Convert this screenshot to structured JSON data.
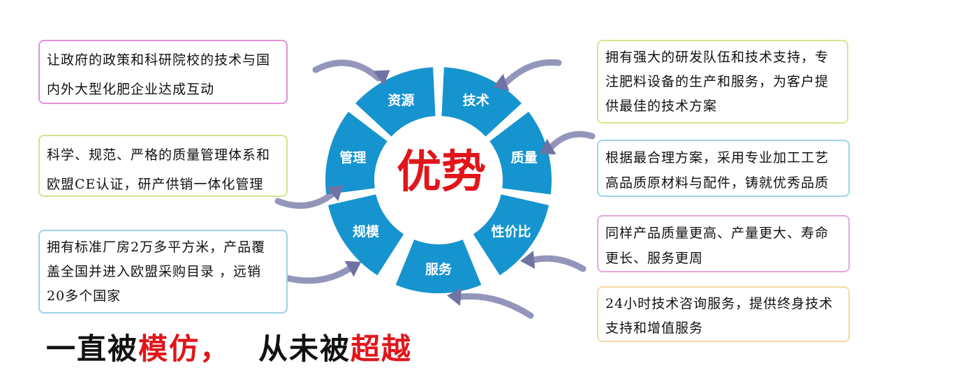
{
  "center_title": "优势",
  "segments": [
    "资源",
    "技术",
    "质量",
    "性价比",
    "服务",
    "规模",
    "管理"
  ],
  "left_boxes": [
    {
      "text": "让政府的政策和科研院校的技术与国内外大型化肥企业达成互动",
      "border_color": "#e48fd8"
    },
    {
      "text": "科学、规范、严格的质量管理体系和欧盟CE认证，研产供销一体化管理",
      "border_color": "#cfe68a"
    },
    {
      "text": "拥有标准厂房2万多平方米，产品覆盖全国并进入欧盟采购目录 ，远销20多个国家",
      "border_color": "#9fd0ea"
    }
  ],
  "right_boxes": [
    {
      "text": "拥有强大的研发队伍和技术支持，专注肥料设备的生产和服务，为客户提供最佳的技术方案",
      "border_color": "#d4e88a"
    },
    {
      "text": "根据最合理方案，采用专业加工工艺高品质原材料与配件，铸就优秀品质",
      "border_color": "#9fd6e6"
    },
    {
      "text": "同样产品质量更高、产量更大、寿命更长、服务更周",
      "border_color": "#e7a8e0"
    },
    {
      "text": "24小时技术咨询服务，提供终身技术支持和增值服务",
      "border_color": "#f2dba0"
    }
  ],
  "slogan": {
    "part1": "一直被",
    "highlight1": "模仿，",
    "part2": "从未被",
    "highlight2": "超越"
  },
  "colors": {
    "segment": "#1694cf",
    "title": "#e0161b",
    "arrow": "#6f73a3"
  }
}
